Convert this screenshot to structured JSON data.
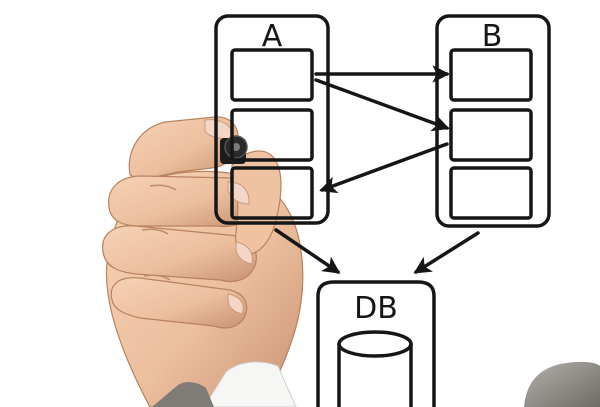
{
  "diagram": {
    "server_a_label": "A",
    "server_b_label": "B",
    "database_label": "DB"
  },
  "colors": {
    "ink": "#161616",
    "skin": "#efc3a4",
    "skin_shadow": "#cf9a78",
    "sleeve": "#8f8f8f",
    "background": "#ffffff"
  }
}
